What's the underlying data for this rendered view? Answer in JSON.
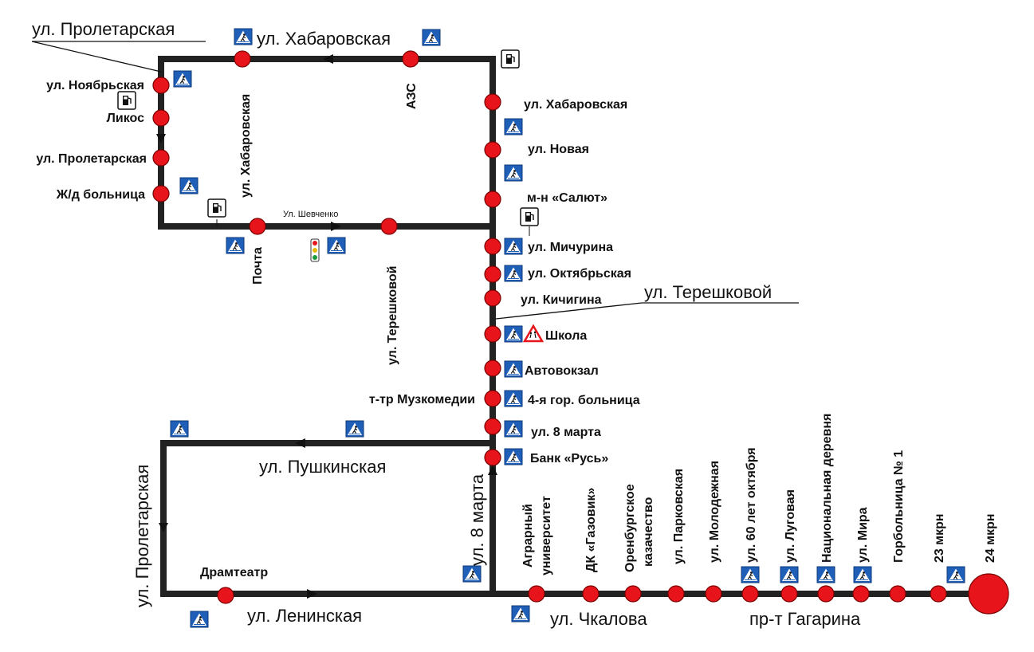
{
  "streets": {
    "proletarskaya_top": "ул. Пролетарская",
    "khabarovskaya_top": "ул. Хабаровская",
    "khabarovskaya_vert": "ул. Хабаровская",
    "tereshkovoy_right": "ул. Терешковой",
    "tereshkovoy_vert": "ул. Терешковой",
    "shevchenko": "Ул. Шевченко",
    "pushkinskaya": "ул. Пушкинская",
    "proletarskaya_left": "ул. Пролетарская",
    "marta8_vert": "ул. 8 марта",
    "leninskaya": "ул. Ленинская",
    "chkalova": "ул. Чкалова",
    "gagarina": "пр-т Гагарина"
  },
  "stops": {
    "noyabrskaya": "ул. Ноябрьская",
    "likos": "Ликос",
    "proletarskaya": "ул. Пролетарская",
    "zhd_bolnitsa": "Ж/д больница",
    "azs": "АЗС",
    "pochta": "Почта",
    "khabarovskaya": "ул. Хабаровская",
    "novaya": "ул. Новая",
    "salyut": "м-н «Салют»",
    "michurina": "ул. Мичурина",
    "oktyabrskaya": "ул. Октябрьская",
    "kichigina": "ул. Кичигина",
    "shkola": "Школа",
    "avtovokzal": "Автовокзал",
    "muzkomedii": "т-тр Музкомедии",
    "bolnitsa4": "4-я гор. больница",
    "marta8": "ул. 8 марта",
    "bank_rus": "Банк «Русь»",
    "dramteatr": "Драмтеатр",
    "agrarny_1": "Аграрный",
    "agrarny_2": "университет",
    "dk_gazovik": "ДК «Газовик»",
    "orenburg_1": "Оренбургское",
    "orenburg_2": "казачество",
    "parkovskaya": "ул. Парковская",
    "molodezhnaya": "ул. Молодежная",
    "oct60": "ул. 60 лет октября",
    "lugovaya": "ул. Луговая",
    "nats_derevnya": "Национальная деревня",
    "mira": "ул. Мира",
    "gorbolnitsa1": "Горбольница № 1",
    "mkr23": "23 мкрн",
    "mkr24": "24 мкрн"
  },
  "icons": {
    "crosswalk": "pedestrian-crossing-icon",
    "fuel": "fuel-station-icon",
    "traffic_light": "traffic-light-icon",
    "children_warning": "children-warning-icon"
  },
  "colors": {
    "route": "#222222",
    "stop": "#e8141c",
    "crosswalk_bg": "#1f5fb8"
  }
}
